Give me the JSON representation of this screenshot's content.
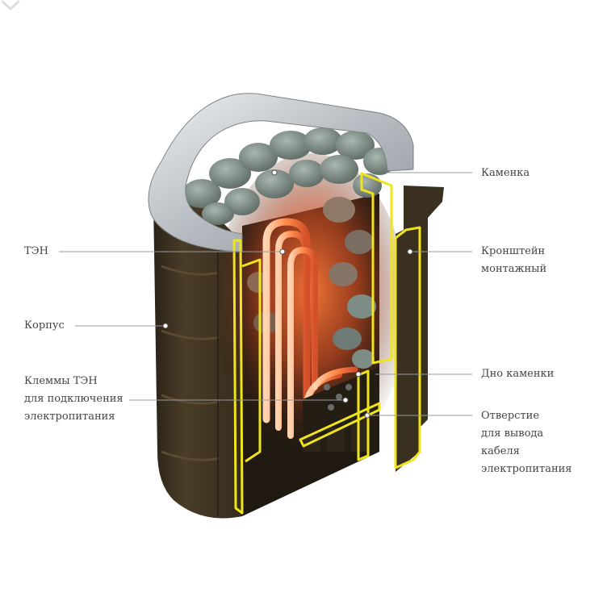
{
  "diagram": {
    "labels": {
      "kamenka": [
        "Каменка"
      ],
      "kronshtein": [
        "Кронштейн",
        "монтажный"
      ],
      "ten": [
        "ТЭН"
      ],
      "korpus": [
        "Корпус"
      ],
      "klemmy": [
        "Клеммы ТЭН",
        "для подключения",
        "электропитания"
      ],
      "dno": [
        "Дно каменки"
      ],
      "otverstie": [
        "Отверстие",
        "для вывода",
        "кабеля",
        "электропитания"
      ]
    },
    "colors": {
      "body": "#3f3422",
      "highlight": "#f0e51c",
      "steel": "#c9cdd1",
      "stones": "#7d8c85",
      "heater": "#ff7a3a",
      "leader": "#9a9a9a",
      "text": "#444444"
    },
    "icons": {
      "corner": "chevron-down-icon"
    }
  }
}
